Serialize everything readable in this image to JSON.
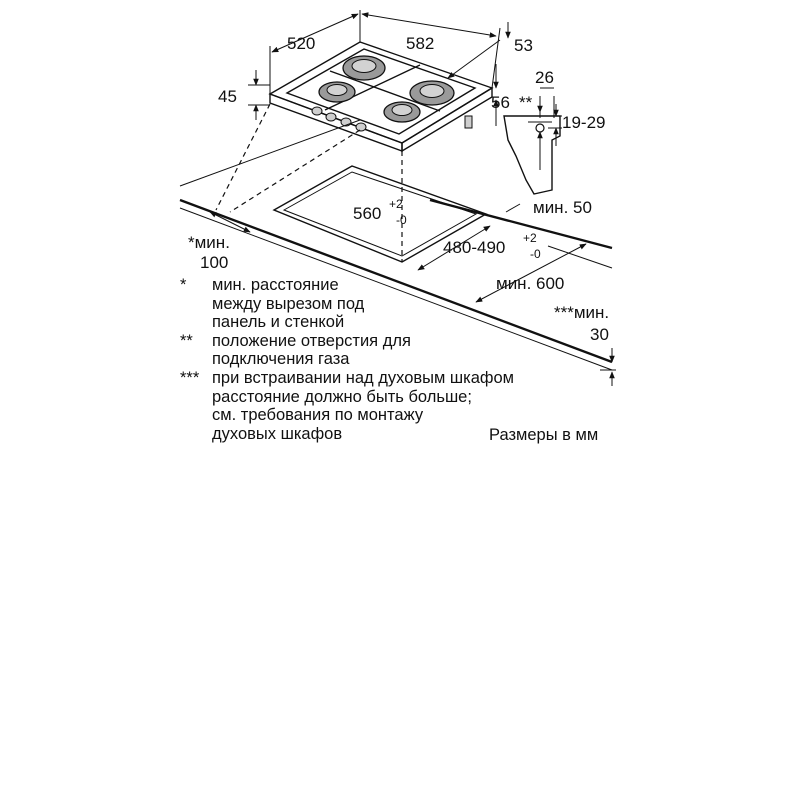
{
  "dimensions": {
    "hob_width": "520",
    "hob_depth": "582",
    "right_offset": "53",
    "hob_height": "45",
    "side_56": "56",
    "gas_marker": "**",
    "gas_width": "26",
    "gas_height": "19-29",
    "cutout_width": "560",
    "cutout_width_tol_plus": "+2",
    "cutout_width_tol_minus": "-0",
    "cutout_depth": "480-490",
    "cutout_depth_tol_plus": "+2",
    "cutout_depth_tol_minus": "-0",
    "min_50": "мин. 50",
    "min_600": "мин. 600",
    "min_100_label": "*мин.",
    "min_100_value": "100",
    "min_30_label": "***мин.",
    "min_30_value": "30"
  },
  "notes": [
    {
      "mark": "*",
      "text": "мин. расстояние\nмежду вырезом под\nпанель и стенкой"
    },
    {
      "mark": "**",
      "text": "положение отверстия для\nподключения газа"
    },
    {
      "mark": "***",
      "text": "при встраивании над духовым шкафом\nрасстояние должно быть больше;\nсм. требования по монтажу\nдуховых шкафов"
    }
  ],
  "units_label": "Размеры в мм"
}
